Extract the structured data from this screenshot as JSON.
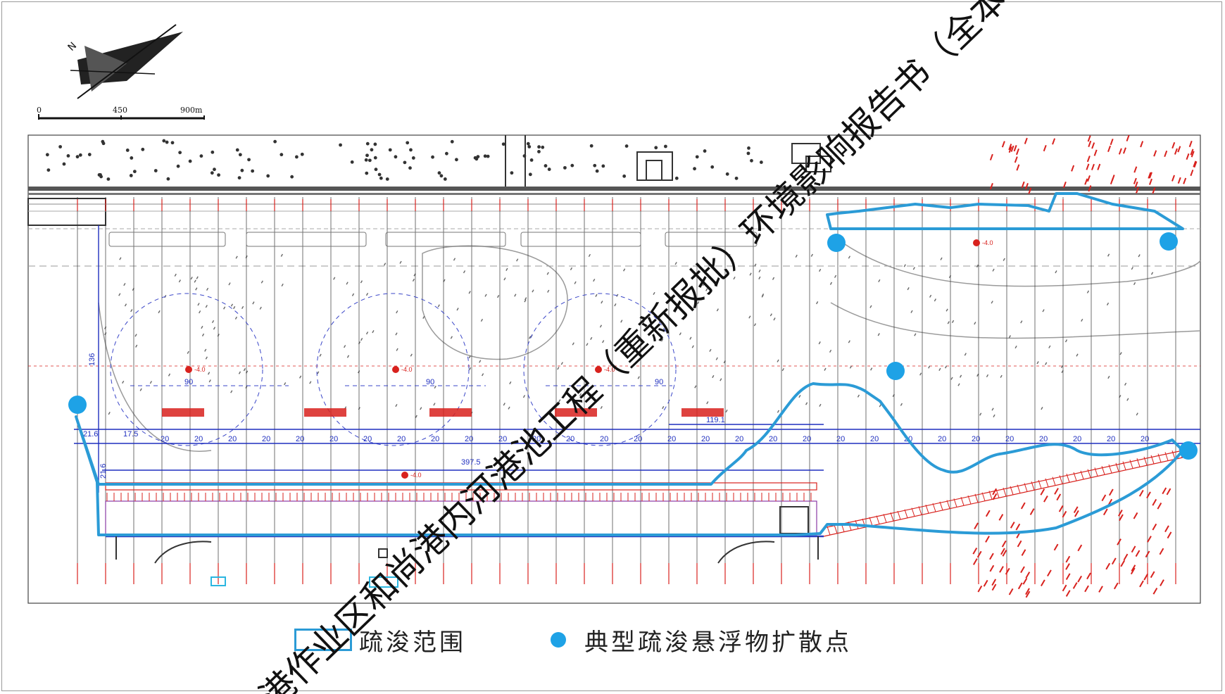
{
  "scale_bar": {
    "ticks": [
      "0",
      "450",
      "900m"
    ]
  },
  "dimension_labels": {
    "top_width": "136",
    "left_depth": "21.6",
    "seg_first": "17.5",
    "seg_repeat": "20",
    "span_right": "119.1",
    "span_total": "397.5",
    "circle_span": "90",
    "side_depth": "21.6"
  },
  "depth_marks": [
    "-4.0",
    "-4.0",
    "-4.0",
    "-4.0",
    "-4.0"
  ],
  "legend": {
    "range_label": "疏浚范围",
    "point_label": "典型疏浚悬浮物扩散点"
  },
  "watermark": "港作业区和尚港内河港池工程（重新报批）环境影响报告书（全本公",
  "colors": {
    "dredge_outline": "#2b9bd6",
    "diffusion_point": "#1ea2e6",
    "grid_red": "#d8211d",
    "dimension_blue": "#1f2fbf"
  }
}
